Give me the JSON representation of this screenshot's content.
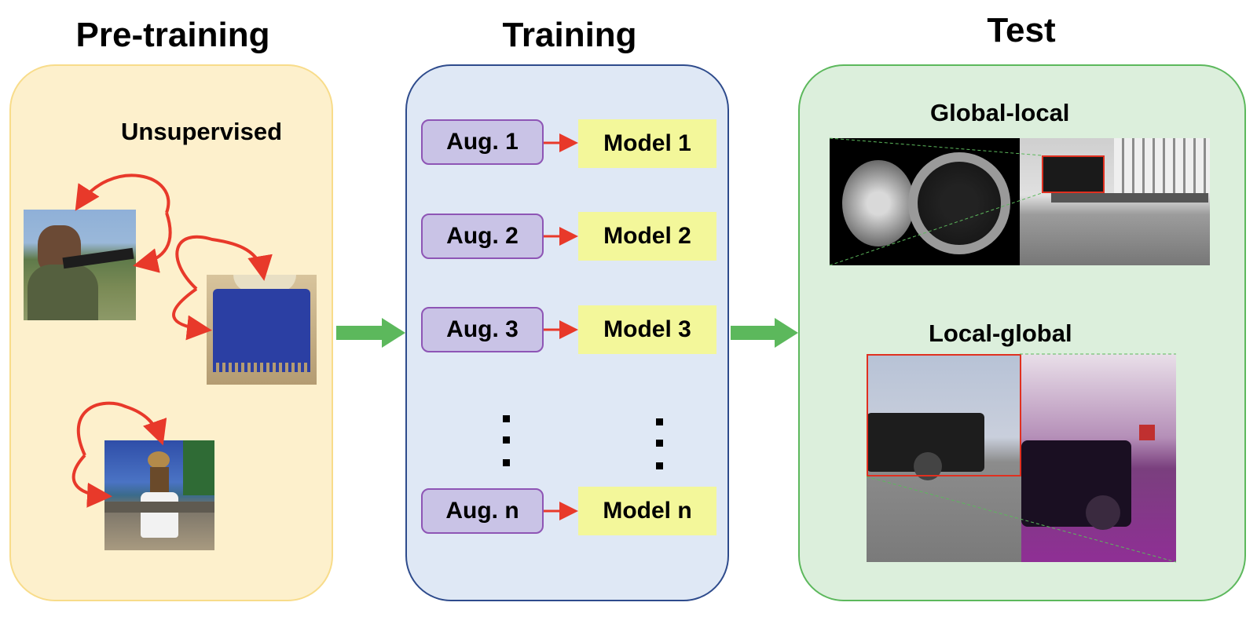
{
  "headings": {
    "pretraining": "Pre-training",
    "training": "Training",
    "test": "Test"
  },
  "pretraining": {
    "label": "Unsupervised",
    "images": [
      "soldier-photo",
      "skirt-photo",
      "beach-person-photo"
    ]
  },
  "training": {
    "rows": [
      {
        "aug": "Aug. 1",
        "model": "Model 1"
      },
      {
        "aug": "Aug. 2",
        "model": "Model 2"
      },
      {
        "aug": "Aug. 3",
        "model": "Model 3"
      },
      {
        "aug": "Aug. n",
        "model": "Model n"
      }
    ]
  },
  "test": {
    "global_local": "Global-local",
    "local_global": "Local-global"
  },
  "colors": {
    "pretraining_fill": "#fdf0cc",
    "pretraining_border": "#f8dc8a",
    "training_fill": "#dfe8f5",
    "training_border": "#2e4b8c",
    "test_fill": "#dcefdc",
    "test_border": "#5cb85c",
    "aug_fill": "#c9c3e6",
    "aug_border": "#8e55b5",
    "model_fill": "#f3f79a",
    "arrow_red": "#e8392a",
    "arrow_green": "#5cb85c"
  }
}
